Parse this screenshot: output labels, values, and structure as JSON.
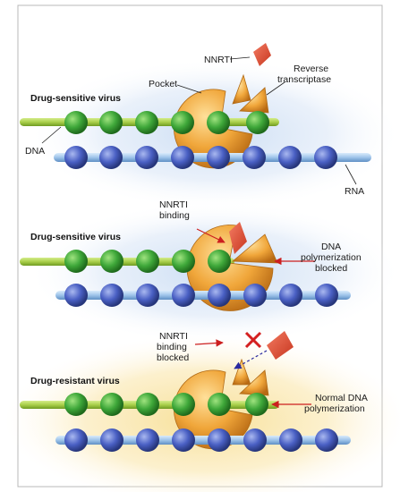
{
  "panels": [
    {
      "title": "Drug-sensitive virus",
      "labels": {
        "nnrti": "NNRTI",
        "pocket": "Pocket",
        "rt_line1": "Reverse",
        "rt_line2": "transcriptase",
        "dna": "DNA",
        "rna": "RNA"
      }
    },
    {
      "title": "Drug-sensitive virus",
      "labels": {
        "binding_line1": "NNRTI",
        "binding_line2": "binding",
        "blocked_line1": "DNA",
        "blocked_line2": "polymerization",
        "blocked_line3": "blocked"
      }
    },
    {
      "title": "Drug-resistant virus",
      "labels": {
        "blocked_line1": "NNRTI",
        "blocked_line2": "binding",
        "blocked_line3": "blocked",
        "normal_line1": "Normal DNA",
        "normal_line2": "polymerization"
      }
    }
  ],
  "colors": {
    "dna_bead": "#3fa83a",
    "dna_rod": "#a9cf4a",
    "rna_bead": "#4a60c4",
    "rna_rod": "#9ec4ea",
    "enzyme": "#f0a63a",
    "nnrti": "#e0503c",
    "arrow": "#cc1f1f",
    "cross": "#d42020",
    "glow_sensitive": "#c9dcf3",
    "glow_resistant": "#f7df96"
  }
}
